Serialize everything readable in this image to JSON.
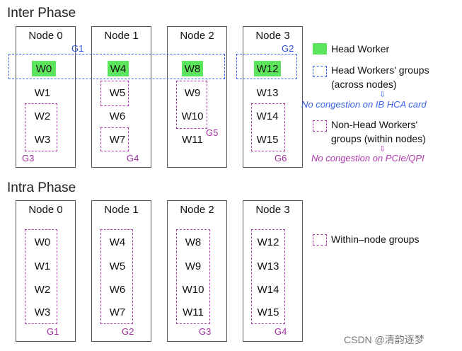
{
  "inter_phase": {
    "title": "Inter Phase",
    "nodes": [
      {
        "label": "Node 0",
        "workers": [
          "W0",
          "W1",
          "W2",
          "W3"
        ]
      },
      {
        "label": "Node 1",
        "workers": [
          "W4",
          "W5",
          "W6",
          "W7"
        ]
      },
      {
        "label": "Node 2",
        "workers": [
          "W8",
          "W9",
          "W10",
          "W11"
        ]
      },
      {
        "label": "Node 3",
        "workers": [
          "W12",
          "W13",
          "W14",
          "W15"
        ]
      }
    ],
    "group_labels": [
      "G1",
      "G2",
      "G3",
      "G4",
      "G5",
      "G6"
    ]
  },
  "intra_phase": {
    "title": "Intra Phase",
    "nodes": [
      {
        "label": "Node 0",
        "workers": [
          "W0",
          "W1",
          "W2",
          "W3"
        ],
        "group": "G1"
      },
      {
        "label": "Node 1",
        "workers": [
          "W4",
          "W5",
          "W6",
          "W7"
        ],
        "group": "G2"
      },
      {
        "label": "Node 2",
        "workers": [
          "W8",
          "W9",
          "W10",
          "W11"
        ],
        "group": "G3"
      },
      {
        "label": "Node 3",
        "workers": [
          "W12",
          "W13",
          "W14",
          "W15"
        ],
        "group": "G4"
      }
    ]
  },
  "legend": {
    "head_worker": "Head Worker",
    "head_groups_line1": "Head Workers' groups",
    "head_groups_line2": "(across nodes)",
    "no_congestion_ib": "No congestion on IB HCA card",
    "non_head_line1": "Non-Head Workers'",
    "non_head_line2": "groups (within nodes)",
    "no_congestion_pcie": "No congestion on PCIe/QPI",
    "within_node": "Within–node groups"
  },
  "watermark": "CSDN @清韵逐梦",
  "colors": {
    "head_green": "#5de45d",
    "blue_dash": "#3a63e6",
    "purple_dash": "#b03ab0"
  }
}
